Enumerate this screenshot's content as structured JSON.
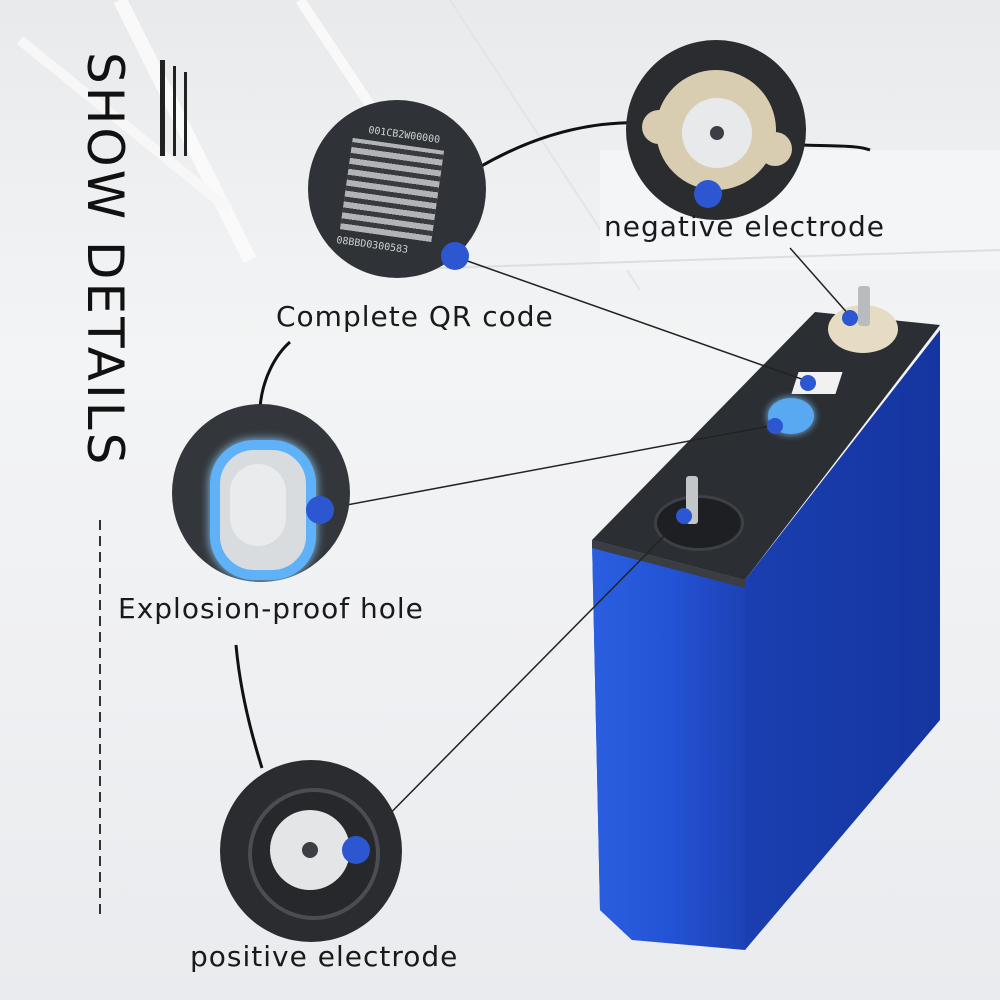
{
  "title": "SHOW DETAILS",
  "callouts": {
    "qr": {
      "label": "Complete QR code",
      "code_lines": [
        "001CB2W00000",
        "08BBD0300583"
      ]
    },
    "negative": {
      "label": "negative electrode"
    },
    "vent": {
      "label": "Explosion-proof hole"
    },
    "positive": {
      "label": "positive electrode"
    }
  },
  "colors": {
    "battery_blue": "#1f4fd0",
    "accent_dot": "#2c57d0",
    "top_cap": "#2b2e33"
  }
}
